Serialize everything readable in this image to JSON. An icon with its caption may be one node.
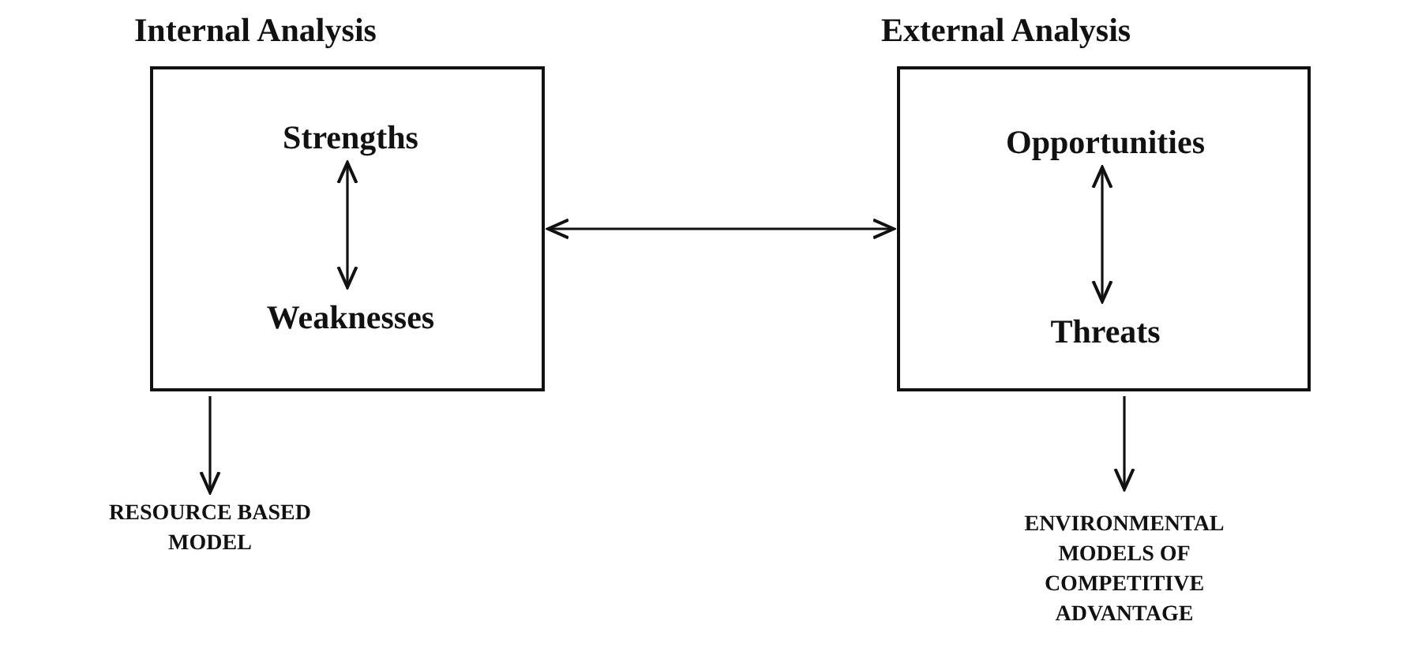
{
  "diagram": {
    "nodes": [
      {
        "text": [
          "Internal Analysis"
        ]
      },
      {
        "text": [
          "Strengths"
        ],
        "in": 0
      },
      {
        "text": [
          "Weaknesses"
        ],
        "in": 0
      },
      {
        "text": [
          "External Analysis"
        ]
      },
      {
        "text": [
          "Opportunities"
        ],
        "in": 3
      },
      {
        "text": [
          "Threats"
        ],
        "in": 3
      },
      {
        "text": [
          "RESOURCE BASED MODEL"
        ]
      },
      {
        "text": [
          "ENVIRONMENTAL MODELS OF COMPETITIVE ADVANTAGE"
        ]
      }
    ],
    "edges": [
      {
        "from": 1,
        "to": 2,
        "arrow": "both"
      },
      {
        "from": 0,
        "to": 3,
        "arrow": "both"
      },
      {
        "from": 4,
        "to": 5,
        "arrow": "both"
      },
      {
        "from": 0,
        "to": 6,
        "arrow": "to"
      },
      {
        "from": 3,
        "to": 7,
        "arrow": "to"
      }
    ]
  }
}
